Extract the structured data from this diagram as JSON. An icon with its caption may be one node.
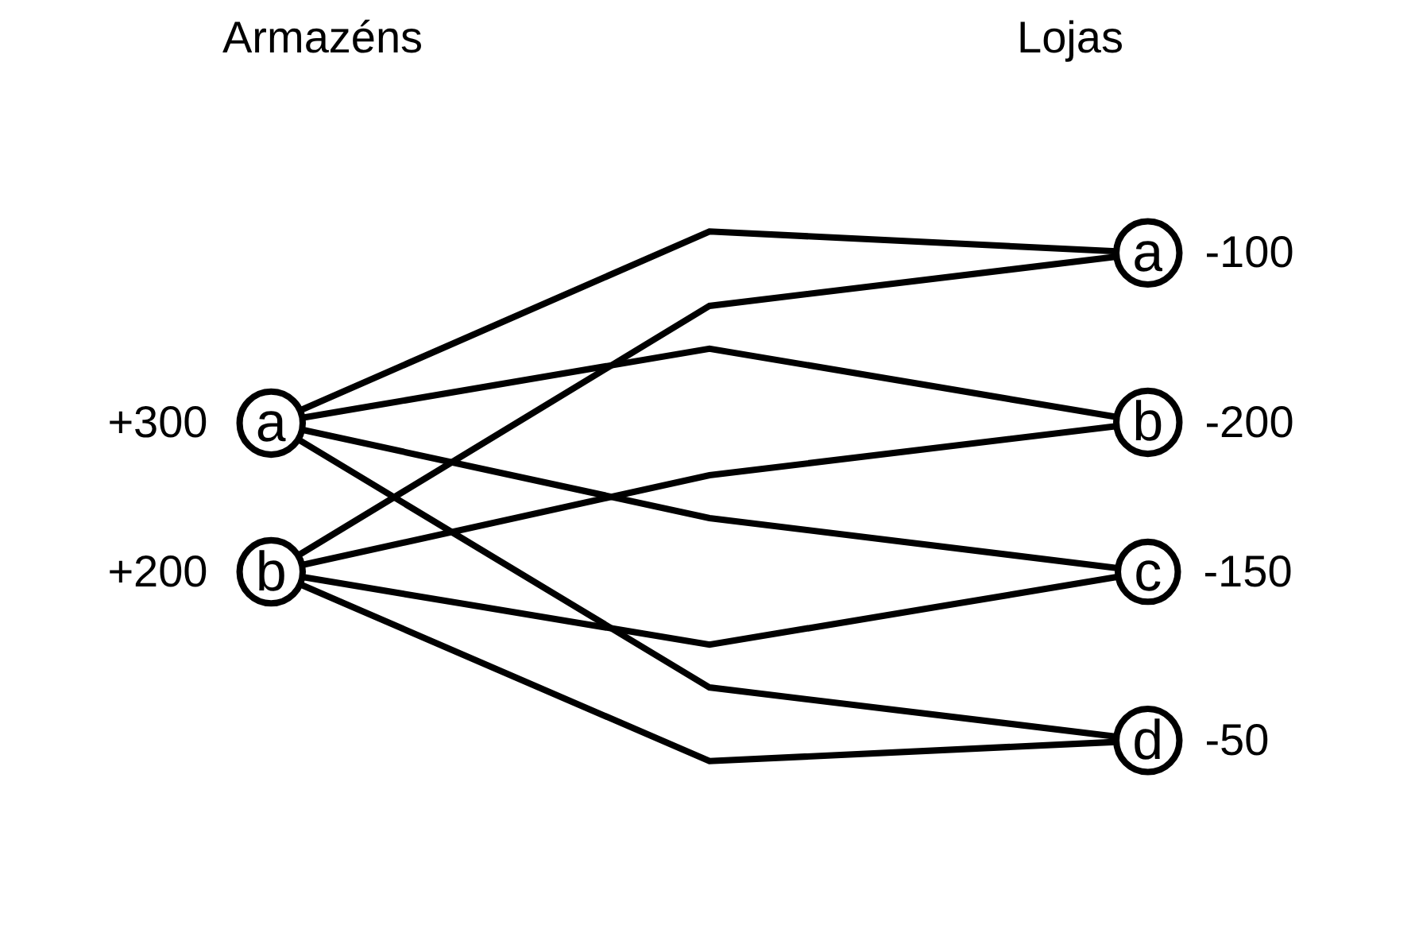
{
  "diagram": {
    "nodes": [
      {
        "text": [
          "a"
        ],
        "beside": [
          "+300"
        ]
      },
      {
        "text": [
          "b"
        ],
        "beside": [
          "+200"
        ]
      },
      {
        "text": [
          "a"
        ],
        "beside": [
          "-100"
        ]
      },
      {
        "text": [
          "b"
        ],
        "beside": [
          "-200"
        ]
      },
      {
        "text": [
          "c"
        ],
        "beside": [
          "-150"
        ]
      },
      {
        "text": [
          "d"
        ],
        "beside": [
          "-50"
        ]
      }
    ],
    "edges": [
      {
        "from": 0,
        "to": 2,
        "arrow": "none"
      },
      {
        "from": 0,
        "to": 3,
        "arrow": "none"
      },
      {
        "from": 0,
        "to": 4,
        "arrow": "none"
      },
      {
        "from": 0,
        "to": 5,
        "arrow": "none"
      },
      {
        "from": 1,
        "to": 2,
        "arrow": "none"
      },
      {
        "from": 1,
        "to": 3,
        "arrow": "none"
      },
      {
        "from": 1,
        "to": 4,
        "arrow": "none"
      },
      {
        "from": 1,
        "to": 5,
        "arrow": "none"
      }
    ],
    "labels": [
      "Armazéns",
      "Lojas"
    ]
  }
}
